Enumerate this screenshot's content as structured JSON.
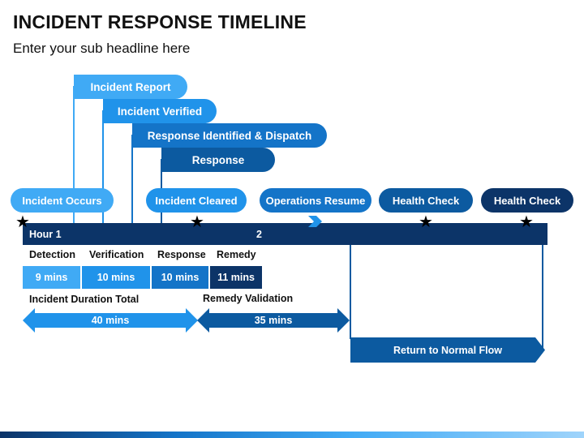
{
  "title": "INCIDENT RESPONSE TIMELINE",
  "subtitle": "Enter your sub headline here",
  "stacked_steps": [
    {
      "label": "Incident Report",
      "color": "#40aaf5"
    },
    {
      "label": "Incident Verified",
      "color": "#2093ea"
    },
    {
      "label": "Response Identified & Dispatch",
      "color": "#1474c8"
    },
    {
      "label": "Response",
      "color": "#0c5aa0"
    }
  ],
  "milestones": [
    {
      "label": "Incident Occurs",
      "color": "#40aaf5"
    },
    {
      "label": "Incident Cleared",
      "color": "#2093ea"
    },
    {
      "label": "Operations Resume",
      "color": "#1474c8"
    },
    {
      "label": "Health Check",
      "color": "#0c5aa0"
    },
    {
      "label": "Health Check",
      "color": "#0c3468"
    }
  ],
  "timeline": {
    "hour_1": "Hour 1",
    "hour_2": "2"
  },
  "phases": [
    {
      "label": "Detection",
      "duration": "9 mins",
      "color": "#40aaf5"
    },
    {
      "label": "Verification",
      "duration": "10 mins",
      "color": "#2093ea"
    },
    {
      "label": "Response",
      "duration": "10 mins",
      "color": "#1474c8"
    },
    {
      "label": "Remedy",
      "duration": "11 mins",
      "color": "#0c3468"
    }
  ],
  "totals": {
    "duration_label": "Incident Duration Total",
    "duration_value": "40 mins",
    "validation_label": "Remedy Validation",
    "validation_value": "35 mins"
  },
  "normal_flow": "Return to Normal Flow"
}
